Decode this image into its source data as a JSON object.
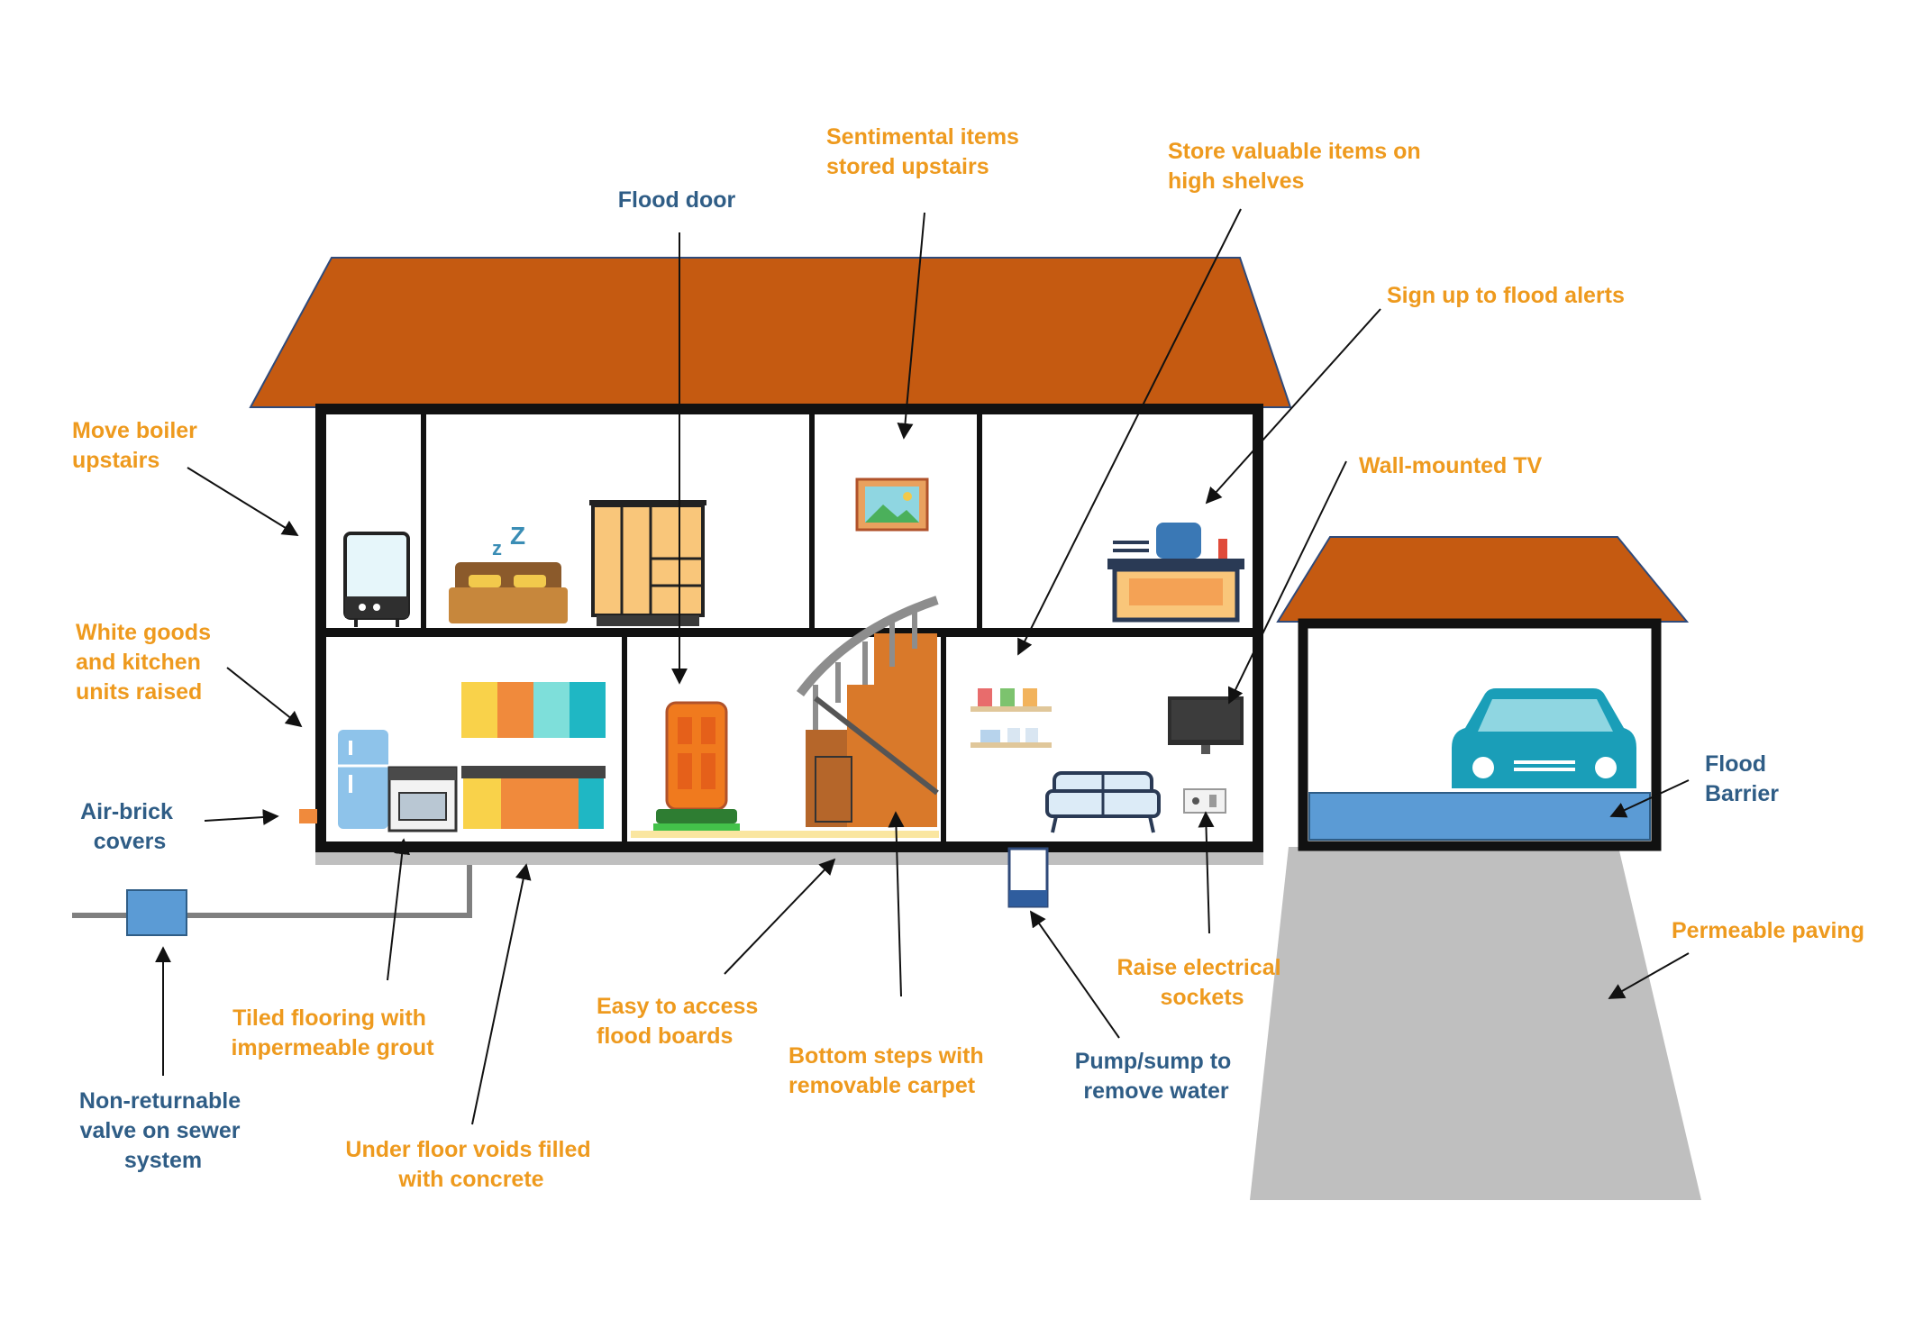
{
  "colors": {
    "orange_label": "#EE9A1E",
    "blue_label": "#2F5D86",
    "roof": "#C55A11",
    "wall": "#111111",
    "ground": "#BFBFBF",
    "barrier": "#5B9BD5",
    "pipe": "#7F7F7F",
    "valve": "#5B9BD5",
    "car": "#1A9EB8"
  },
  "labels": {
    "sentimental": [
      "Sentimental items",
      "stored upstairs"
    ],
    "store_valuable": [
      "Store valuable items on",
      "high shelves"
    ],
    "flood_door": [
      "Flood door"
    ],
    "sign_up": [
      "Sign up to flood alerts"
    ],
    "move_boiler": [
      "Move boiler",
      "upstairs"
    ],
    "wall_tv": [
      "Wall-mounted TV"
    ],
    "white_goods": [
      "White goods",
      "and kitchen",
      "units raised"
    ],
    "air_brick": [
      "Air-brick",
      "covers"
    ],
    "flood_barrier": [
      "Flood",
      "Barrier"
    ],
    "permeable": [
      "Permeable paving"
    ],
    "raise_sockets": [
      "Raise electrical",
      "sockets"
    ],
    "easy_access": [
      "Easy to access",
      "flood boards"
    ],
    "tiled": [
      "Tiled flooring with",
      "impermeable grout"
    ],
    "bottom_steps": [
      "Bottom steps with",
      "removable carpet"
    ],
    "pump": [
      "Pump/sump to",
      "remove water"
    ],
    "non_return": [
      "Non-returnable",
      "valve on sewer",
      "system"
    ],
    "under_floor": [
      "Under floor voids filled",
      "with concrete"
    ]
  },
  "icons": [
    "boiler-icon",
    "bed-icon",
    "wardrobe-icon",
    "picture-frame-icon",
    "desk-icon",
    "fridge-icon",
    "oven-icon",
    "kitchen-cabinets-icon",
    "door-icon",
    "staircase-icon",
    "shelves-icon",
    "tv-icon",
    "sofa-icon",
    "socket-icon",
    "car-icon",
    "pump-icon",
    "valve-icon"
  ]
}
